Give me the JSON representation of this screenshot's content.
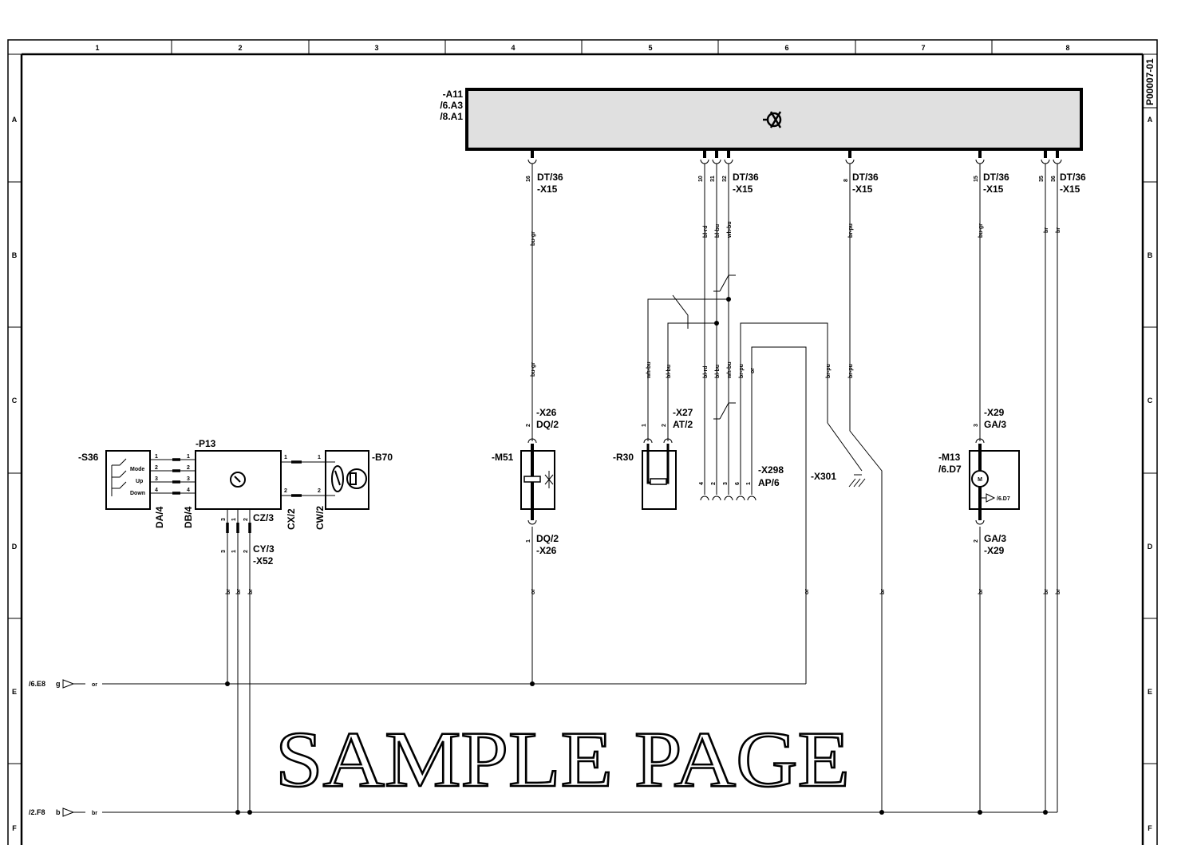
{
  "drawing_number": "P00007-01",
  "grid": {
    "columns": [
      "1",
      "2",
      "3",
      "4",
      "5",
      "6",
      "7",
      "8"
    ],
    "rows": [
      "A",
      "B",
      "C",
      "D",
      "E",
      "F"
    ]
  },
  "a11": {
    "name": "-A11",
    "refs": [
      "/6.A3",
      "/8.A1"
    ]
  },
  "x15": {
    "name": "-X15",
    "connector": "DT/36",
    "pins": [
      "16",
      "10",
      "31",
      "32",
      "8",
      "15",
      "35",
      "36"
    ]
  },
  "s36": {
    "name": "-S36",
    "buttons": [
      "Mode",
      "Up",
      "Down"
    ],
    "pins": [
      "1",
      "2",
      "3",
      "4"
    ],
    "connector": "DA/4"
  },
  "p13": {
    "name": "-P13",
    "left_connector": "DB/4",
    "bottom_connector": "CZ/3",
    "right_connector": "CX/2",
    "bottom_pins": [
      "3",
      "1",
      "2"
    ],
    "right_pins": [
      "1",
      "2"
    ]
  },
  "b70": {
    "name": "-B70",
    "connector": "CW/2",
    "pins": [
      "1",
      "2"
    ]
  },
  "x52": {
    "name": "-X52",
    "connector": "CY/3",
    "pins": [
      "3",
      "1",
      "2"
    ]
  },
  "m51": {
    "name": "-M51",
    "pins": [
      "2",
      "1"
    ]
  },
  "x26": {
    "name": "-X26",
    "connector": "DQ/2"
  },
  "r30": {
    "name": "-R30",
    "pins": [
      "1",
      "2"
    ]
  },
  "x27": {
    "name": "-X27",
    "connector": "AT/2"
  },
  "x298": {
    "name": "-X298",
    "connector": "AP/6",
    "pins": [
      "4",
      "2",
      "3",
      "6",
      "1"
    ]
  },
  "x301": {
    "name": "-X301"
  },
  "m13": {
    "name": "-M13",
    "ref": "/6.D7",
    "arrow_ref": "/6.D7",
    "motor": "M",
    "pins": [
      "3",
      "2"
    ]
  },
  "x29": {
    "name": "-X29",
    "connector": "GA/3"
  },
  "wire_colors": {
    "bu_gr": "bu-gr",
    "bl_rd": "bl-rd",
    "bl_bu": "bl-bu",
    "wh_bu": "wh-bu",
    "br_pu": "br-pu",
    "br": "br",
    "or": "or"
  },
  "inputs": [
    {
      "ref": "/6.E8",
      "signal": "g",
      "color": "or"
    },
    {
      "ref": "/2.F8",
      "signal": "b",
      "color": "br"
    }
  ],
  "watermark": "SAMPLE PAGE"
}
